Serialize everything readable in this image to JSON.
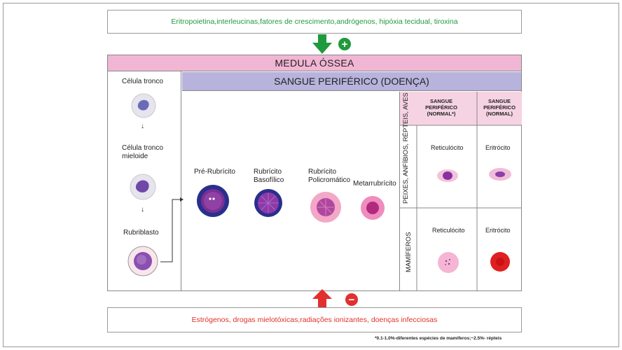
{
  "top_factors": "Eritropoietina,interleucinas,fatores de crescimento,andrógenos, hipóxia tecidual, tiroxina",
  "bottom_factors": "Estrógenos, drogas mielotóxicas,radiações ionizantes, doenças infecciosas",
  "stimulate_sign": "+",
  "inhibit_sign": "−",
  "medula_title": "MEDULA ÓSSEA",
  "sangue_doenca_title": "SANGUE PERIFÉRICO (DOENÇA)",
  "marrow_cells": {
    "stem": "Célula tronco",
    "myeloid": "Célula tronco mieloide",
    "rubriblast": "Rubriblasto"
  },
  "stages": {
    "prerubricito": "Pré-Rubrícito",
    "basofilico": "Rubrícito Basofílico",
    "policromatico": "Rubrícito Policromático",
    "metarrubricito": "Metarrubrícito"
  },
  "peripheral_headers": {
    "normal_star": "SANGUE PERIFÉRICO (NORMAL*)",
    "normal": "SANGUE PERIFÉRICO (NORMAL)"
  },
  "groups": {
    "non_mammals": "PEIXES, ANFÍBIOS, RÉPTEIS, AVES",
    "mammals": "MAMÍFEROS"
  },
  "cell_labels": {
    "reticulocito": "Reticulócito",
    "eritrocito": "Eritrócito"
  },
  "footnote": "*0.1-1.0%-diferentes espécies de mamíferos;~2.5%- répteis",
  "colors": {
    "stimulus_green": "#1f9a3c",
    "inhibit_red": "#e0312e",
    "medula_pink": "#f1b6d4",
    "sangue_lavender": "#b7b3dc"
  }
}
